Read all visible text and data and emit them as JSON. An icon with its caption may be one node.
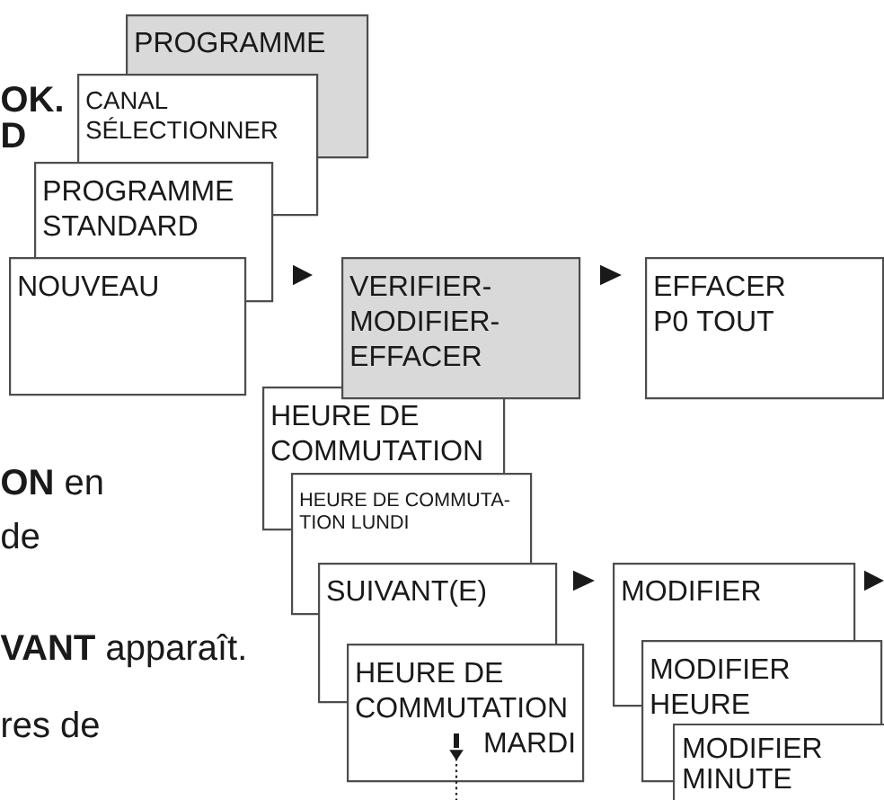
{
  "diagram": {
    "nodes": [
      {
        "text": [
          "PROGRAMME"
        ]
      },
      {
        "text": [
          "CANAL SÉLECTIONNER"
        ]
      },
      {
        "text": [
          "PROGRAMME STANDARD"
        ]
      },
      {
        "text": [
          "NOUVEAU"
        ]
      },
      {
        "text": [
          "VERIFIER- MODIFIER- EFFACER"
        ]
      },
      {
        "text": [
          "EFFACER P0 TOUT"
        ]
      },
      {
        "text": [
          "HEURE DE COMMUTATION"
        ]
      },
      {
        "text": [
          "HEURE DE COMMUTA- TION LUNDI"
        ]
      },
      {
        "text": [
          "SUIVANT(E)"
        ]
      },
      {
        "text": [
          "HEURE DE COMMUTATION",
          "MARDI"
        ]
      },
      {
        "text": [
          "MODIFIER"
        ]
      },
      {
        "text": [
          "MODIFIER HEURE"
        ]
      },
      {
        "text": [
          "MODIFIER MINUTE"
        ]
      }
    ],
    "edges": [
      {
        "from": 3,
        "to": 4,
        "arrow": "to"
      },
      {
        "from": 4,
        "to": 5,
        "arrow": "to"
      },
      {
        "from": 8,
        "to": 10,
        "arrow": "to"
      },
      {
        "from": 10,
        "to": null,
        "arrow": "to"
      },
      {
        "from": 9,
        "to": null,
        "arrow": "to",
        "style": "dashed"
      }
    ],
    "labels": [
      "OK.",
      "D",
      "**ON** en",
      "de",
      "**VANT** apparaît.",
      "res de"
    ]
  }
}
